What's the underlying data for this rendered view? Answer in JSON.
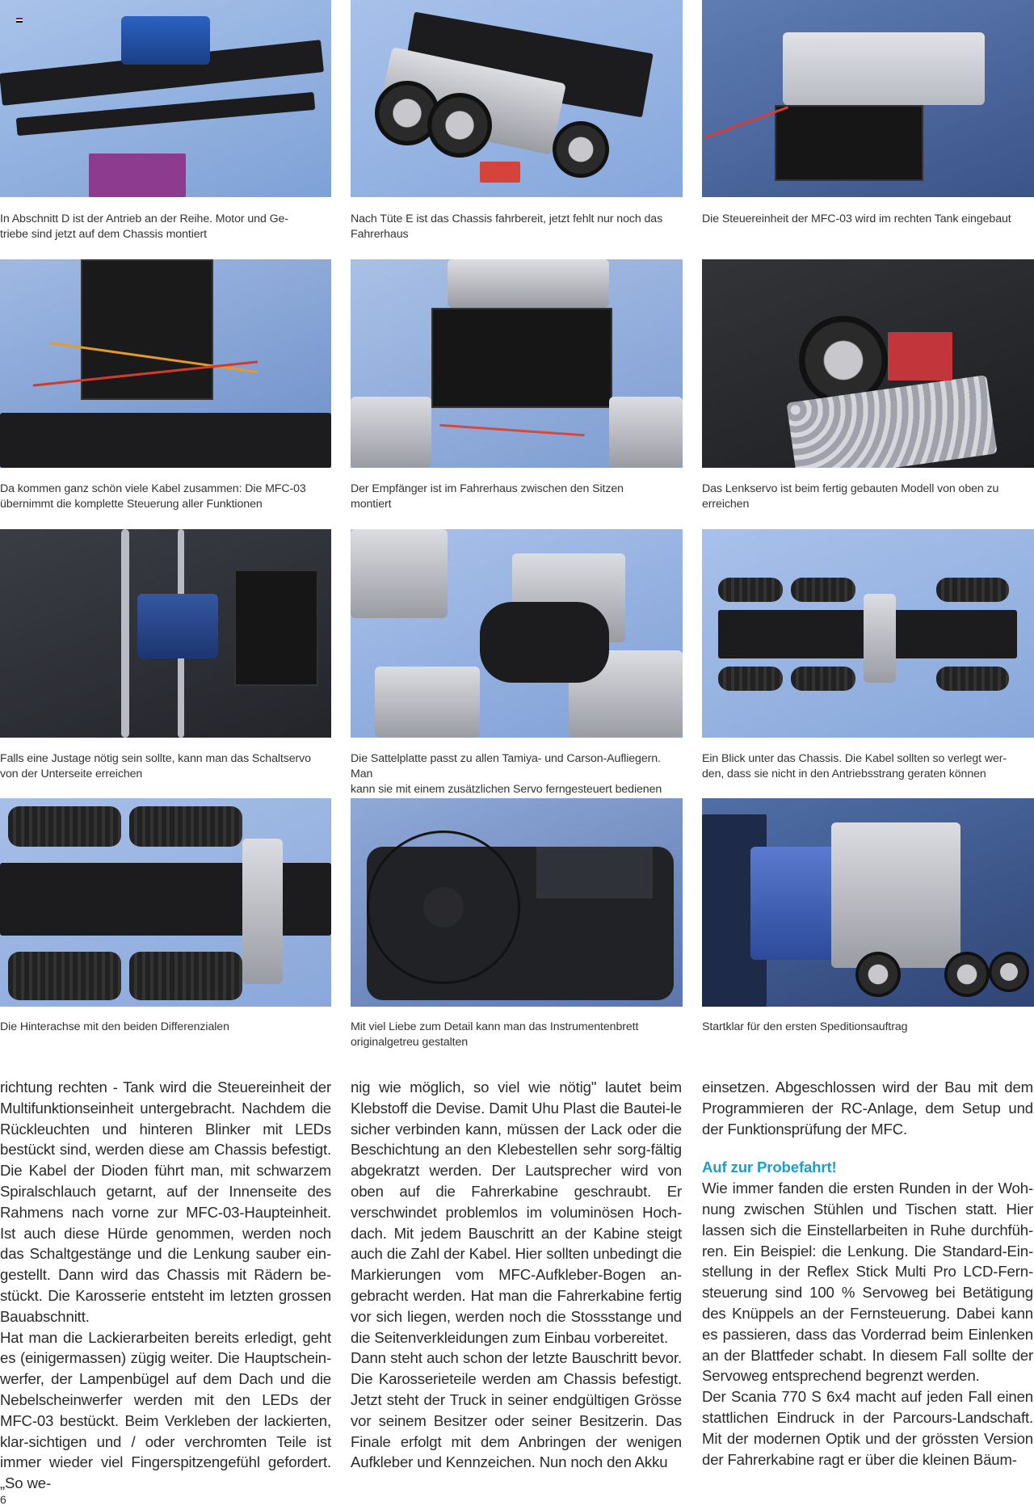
{
  "page": {
    "number": "6",
    "heading_color": "#1a9fc9",
    "photo_bg_color": "#8fb1e4"
  },
  "photos": [
    {
      "id": "drive-section-d",
      "caption": "In Abschnitt D ist der Antrieb an der Reihe. Motor und Ge-\ntriebe sind jetzt auf dem Chassis montiert"
    },
    {
      "id": "chassis-ready",
      "caption": "Nach Tüte E ist das Chassis fahrbereit, jetzt fehlt nur noch das\nFahrerhaus"
    },
    {
      "id": "mfc03-tank",
      "caption": "Die Steuereinheit der MFC-03 wird im rechten Tank eingebaut"
    },
    {
      "id": "cables-mfc03",
      "caption": "Da kommen ganz schön viele Kabel zusammen: Die MFC-03\nübernimmt die komplette Steuerung aller Funktionen"
    },
    {
      "id": "receiver-cab",
      "caption": "Der Empfänger ist im Fahrerhaus zwischen den Sitzen\nmontiert"
    },
    {
      "id": "steering-servo",
      "caption": "Das Lenkservo ist beim fertig gebauten Modell von oben zu\nerreichen"
    },
    {
      "id": "shift-servo",
      "caption": "Falls eine Justage nötig sein sollte, kann man das Schaltservo\nvon der Unterseite erreichen"
    },
    {
      "id": "fifth-wheel",
      "caption": "Die Sattelplatte passt zu allen Tamiya- und Carson-Aufliegern. Man\nkann sie mit einem zusätzlichen Servo ferngesteuert bedienen"
    },
    {
      "id": "under-chassis",
      "caption": "Ein Blick unter das Chassis. Die Kabel sollten so verlegt wer-\nden, dass sie nicht in den Antriebsstrang geraten können"
    },
    {
      "id": "rear-axle",
      "caption": "Die Hinterachse mit den beiden Differenzialen"
    },
    {
      "id": "dashboard",
      "caption": "Mit viel Liebe zum Detail kann man das Instrumentenbrett\noriginalgetreu gestalten"
    },
    {
      "id": "finished-truck",
      "caption": "Startklar für den ersten Speditionsauftrag"
    }
  ],
  "article": {
    "col1": [
      "richtung rechten - Tank wird die Steuereinheit der Multifunktionseinheit untergebracht. Nachdem die Rückleuchten und hinteren Blinker mit LEDs bestückt sind, werden diese am Chassis befestigt. Die Kabel der Dioden führt man, mit schwarzem Spiralschlauch getarnt, auf der Innenseite des Rahmens nach vorne zur MFC-03-Haupteinheit. Ist auch diese Hürde genommen, werden noch das Schaltgestänge und die Lenkung sauber ein-gestellt. Dann wird das Chassis mit Rädern be-stückt. Die Karosserie entsteht im letzten grossen Bauabschnitt.",
      "Hat man die Lackierarbeiten bereits erledigt, geht es (einigermassen) zügig weiter. Die Hauptschein-werfer, der Lampenbügel auf dem Dach und die Nebelscheinwerfer werden mit den LEDs der MFC-03 bestückt. Beim Verkleben der lackierten, klar-sichtigen und / oder verchromten Teile ist immer wieder viel Fingerspitzengefühl gefordert. „So we-"
    ],
    "col2": [
      "nig wie möglich, so viel wie nötig\" lautet beim Klebstoff die Devise. Damit Uhu Plast die Bautei-le sicher verbinden kann, müssen der Lack oder die Beschichtung an den Klebestellen sehr sorg-fältig abgekratzt werden. Der Lautsprecher wird von oben auf die Fahrerkabine geschraubt. Er verschwindet problemlos im voluminösen Hoch-dach. Mit jedem Bauschritt an der Kabine steigt auch die Zahl der Kabel. Hier sollten unbedingt die Markierungen vom MFC-Aufkleber-Bogen an-gebracht werden. Hat man die Fahrerkabine fertig vor sich liegen, werden noch die Stossstange und die Seitenverkleidungen zum Einbau vorbereitet.",
      "Dann steht auch schon der letzte Bauschritt bevor. Die Karosserieteile werden am Chassis befestigt. Jetzt steht der Truck in seiner endgültigen Grösse vor seinem Besitzer oder seiner Besitzerin. Das Finale erfolgt mit dem Anbringen der wenigen Aufkleber und Kennzeichen. Nun noch den Akku"
    ],
    "col3_intro": "einsetzen. Abgeschlossen wird der Bau mit dem Programmieren der RC-Anlage, dem Setup und der Funktionsprüfung der MFC.",
    "col3_heading": "Auf zur Probefahrt!",
    "col3": [
      "Wie immer fanden die ersten Runden in der Woh-nung zwischen Stühlen und Tischen statt. Hier lassen sich die Einstellarbeiten in Ruhe durchfüh-ren. Ein Beispiel: die Lenkung. Die Standard-Ein-stellung in der Reflex Stick Multi Pro LCD-Fern-steuerung sind 100 % Servoweg bei Betätigung des Knüppels an der Fernsteuerung. Dabei kann es passieren, dass das Vorderrad beim Einlenken an der Blattfeder schabt. In diesem Fall sollte der Servoweg entsprechend begrenzt werden.",
      "Der Scania 770 S 6x4 macht auf jeden Fall einen stattlichen Eindruck in der Parcours-Landschaft. Mit der modernen Optik und der grössten Version der Fahrerkabine ragt er über die kleinen Bäum-"
    ]
  }
}
